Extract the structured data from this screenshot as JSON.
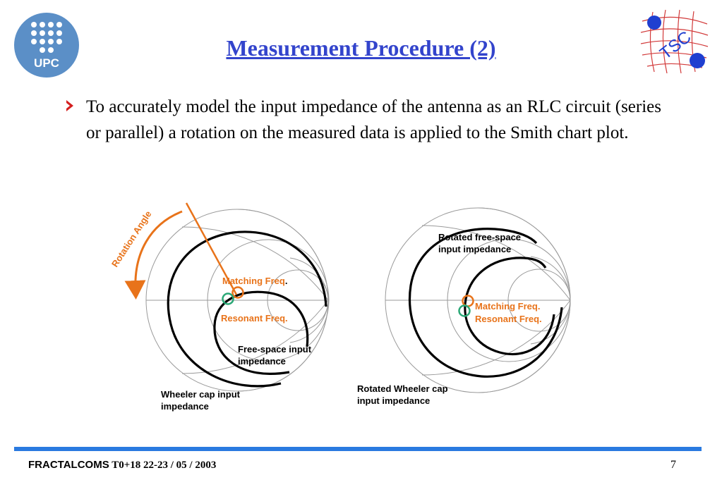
{
  "header": {
    "title": "Measurement Procedure (2)",
    "logo_left_text": "UPC",
    "logo_right_text": "TSC"
  },
  "body": {
    "paragraph": "To accurately model the input impedance of the antenna as an RLC circuit (series or parallel) a rotation on the measured data is applied to the Smith chart plot."
  },
  "figure_left": {
    "rotation_label": "Rotation Angle",
    "matching_label": "Matching Freq",
    "matching_dot": ".",
    "resonant_label": "Resonant Freq.",
    "freespace_label": "Free-space input impedance",
    "freespace_line1": "Free-space input",
    "freespace_line2": "impedance",
    "wheeler_line1": "Wheeler cap input",
    "wheeler_line2": "impedance"
  },
  "figure_right": {
    "rotated_free_line1": "Rotated free-space",
    "rotated_free_line2": "input impedance",
    "matching_label": "Matching Freq.",
    "resonant_label": "Resonant Freq.",
    "rotated_wheeler_line1": "Rotated Wheeler cap",
    "rotated_wheeler_line2": "input impedance"
  },
  "footer": {
    "org": "FRACTALCOMS",
    "meeting": "T0+18 22-23 / 05 / 2003",
    "page": "7"
  },
  "colors": {
    "title": "#3344cc",
    "accent_orange": "#e8731a",
    "marker_green": "#2aa876",
    "rule_blue": "#2a7ae0",
    "bullet_red": "#d41f1f",
    "upc_blue": "#5b8fc7",
    "tsc_blue": "#1f3fd0",
    "tsc_grid_red": "#d23a3a"
  }
}
